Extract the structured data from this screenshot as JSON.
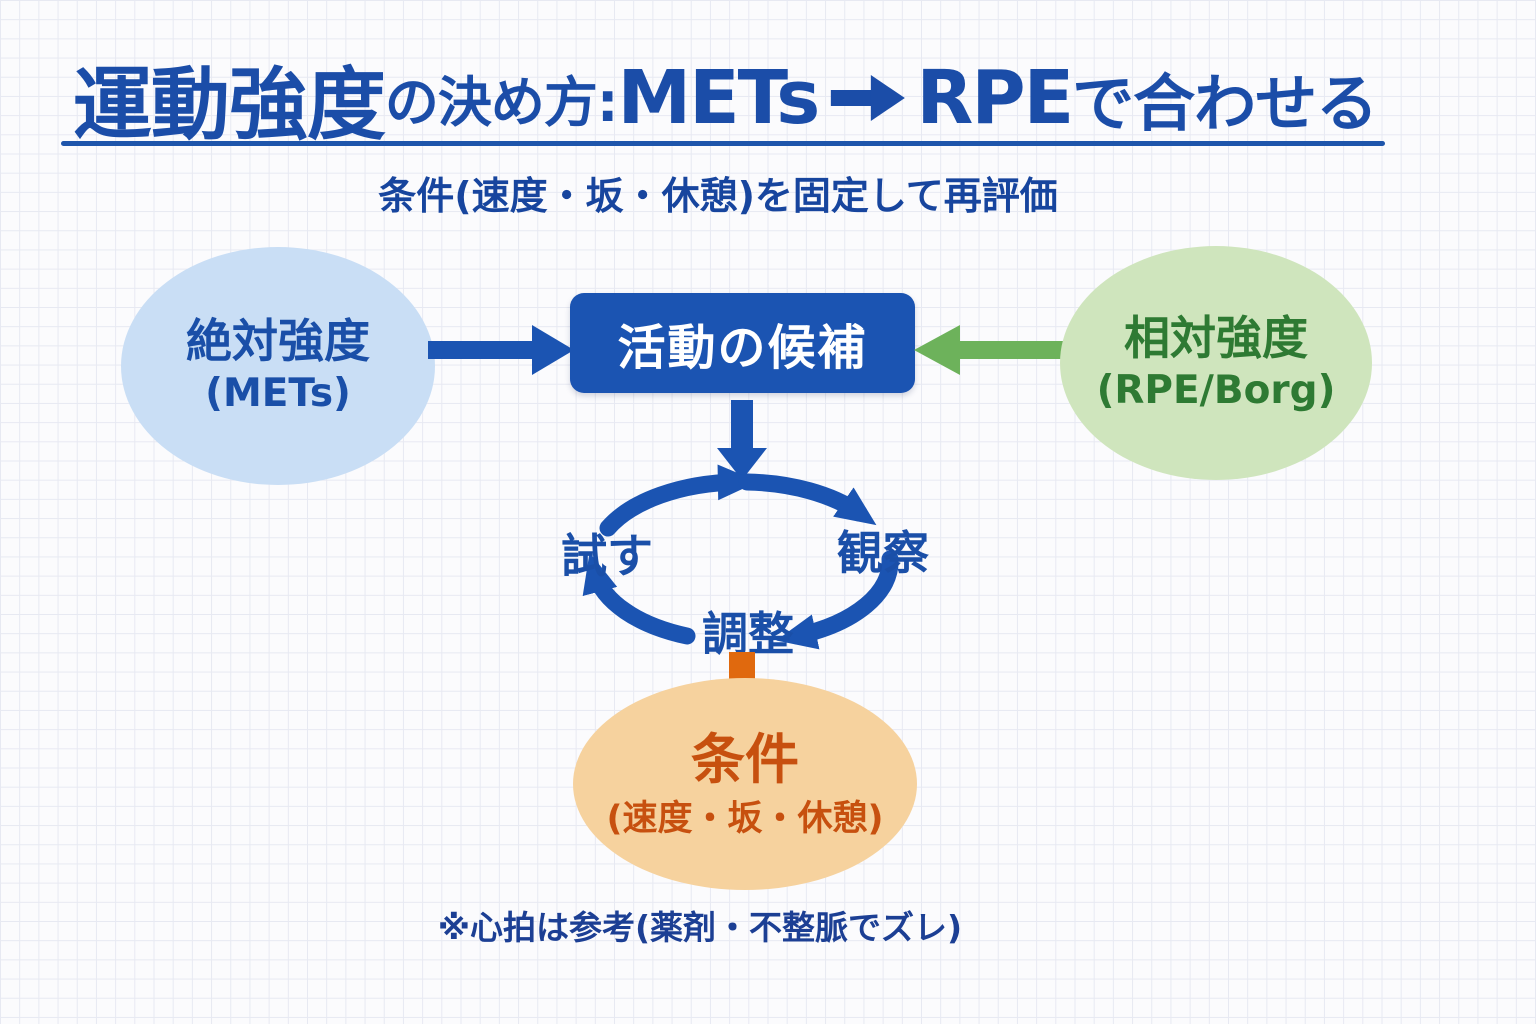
{
  "title": {
    "part1": "運動強度",
    "part2": "の決め方:",
    "mets": "METs",
    "rpe": "RPE",
    "part3": "で合わせる"
  },
  "subtitle": "条件(速度・坂・休憩)を固定して再評価",
  "nodes": {
    "absolute": {
      "line1": "絶対強度",
      "line2": "(METs)"
    },
    "candidate": {
      "label": "活動の候補"
    },
    "relative": {
      "line1": "相対強度",
      "line2": "(RPE/Borg)"
    },
    "conditions": {
      "line1": "条件",
      "line2": "(速度・坂・休憩)"
    }
  },
  "cycle": {
    "try": "試す",
    "observe": "観察",
    "adjust": "調整"
  },
  "footnote": "※心拍は参考(薬剤・不整脈でズレ)",
  "colors": {
    "title_blue": "#1b4da8",
    "divider_blue": "#1e55ab",
    "box_blue": "#1b54b2",
    "box_text": "#ffffff",
    "blue_node_fill": "#c9def5",
    "blue_node_text": "#1a4fa8",
    "green_node_fill": "#cfe5bd",
    "green_node_text": "#2e7a33",
    "green_arrow": "#6db25b",
    "orange_node_fill": "#f6d29e",
    "orange_node_text": "#c7500f",
    "orange_arrow": "#e0690e",
    "footnote_blue": "#1c3f94"
  }
}
